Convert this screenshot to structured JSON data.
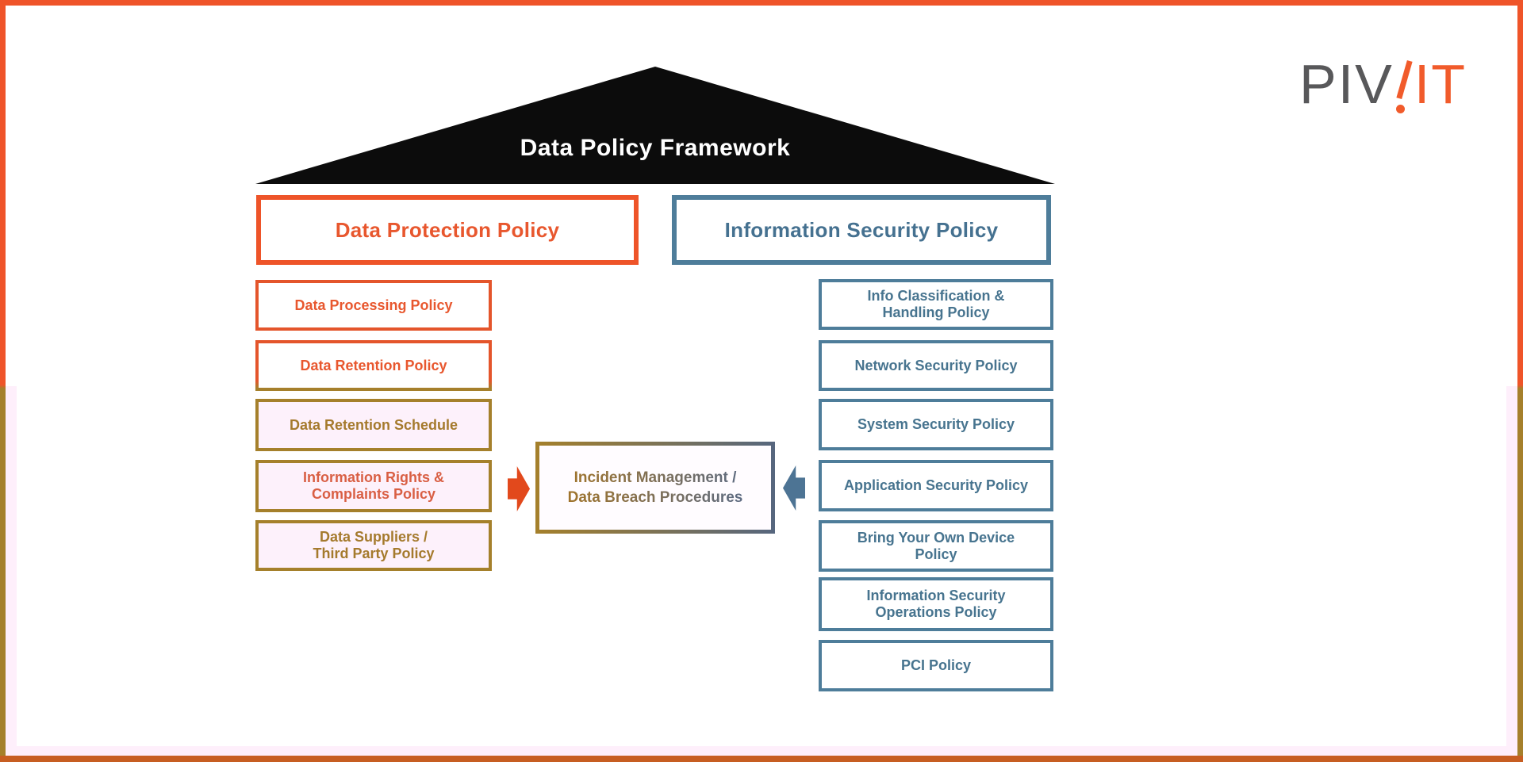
{
  "roof": {
    "title": "Data Policy Framework"
  },
  "logo": {
    "part_gray": "PIV",
    "part_orange": "IT"
  },
  "protection": {
    "header": "Data Protection Policy",
    "items": [
      {
        "label": "Data Processing Policy"
      },
      {
        "label": "Data Retention Policy"
      },
      {
        "label": "Data Retention Schedule"
      },
      {
        "label": "Information Rights &\nComplaints Policy"
      },
      {
        "label": "Data Suppliers /\nThird Party Policy"
      }
    ]
  },
  "security": {
    "header": "Information Security Policy",
    "items": [
      {
        "label": "Info Classification &\nHandling Policy"
      },
      {
        "label": "Network Security Policy"
      },
      {
        "label": "System Security Policy"
      },
      {
        "label": "Application Security Policy"
      },
      {
        "label": "Bring Your Own Device\nPolicy"
      },
      {
        "label": "Information Security\nOperations Policy"
      },
      {
        "label": "PCI Policy"
      }
    ]
  },
  "center": {
    "label": "Incident Management /\nData Breach Procedures"
  },
  "colors": {
    "frame_orange": "#ef5429",
    "frame_olive": "#a5802b",
    "frame_bottom": "#c75e22",
    "orange_text": "#e8572e",
    "olive_text": "#a57a2d",
    "salmon_text": "#d95f44",
    "blue_border": "#4e7d9a",
    "blue_text": "#47748f",
    "roof_black": "#0c0c0c",
    "logo_gray": "#58585a",
    "logo_orange": "#f15b2b",
    "arrow_orange": "#e2491c",
    "arrow_blue": "#4d7494"
  }
}
